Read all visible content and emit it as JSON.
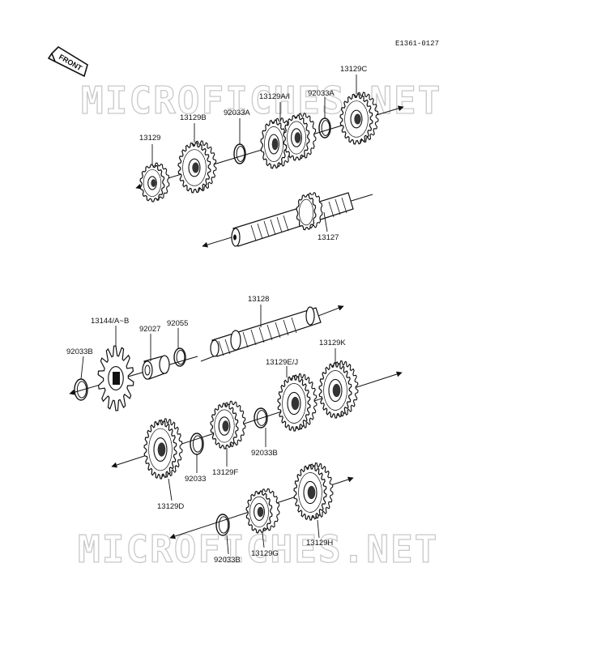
{
  "diagram_code": "E1361-0127",
  "front_badge": "FRONT",
  "watermark": "MICROFICHES.NET",
  "parts": [
    {
      "id": "p13129",
      "number": "13129"
    },
    {
      "id": "p13129B",
      "number": "13129B"
    },
    {
      "id": "p92033A_1",
      "number": "92033A"
    },
    {
      "id": "p13129AI",
      "number": "13129A/I"
    },
    {
      "id": "p92033A_2",
      "number": "92033A"
    },
    {
      "id": "p13129C",
      "number": "13129C"
    },
    {
      "id": "p13127",
      "number": "13127"
    },
    {
      "id": "p13128",
      "number": "13128"
    },
    {
      "id": "p13144",
      "number": "13144/A~B"
    },
    {
      "id": "p92027",
      "number": "92027"
    },
    {
      "id": "p92055",
      "number": "92055"
    },
    {
      "id": "p92033B_1",
      "number": "92033B"
    },
    {
      "id": "p13129K",
      "number": "13129K"
    },
    {
      "id": "p13129EJ",
      "number": "13129E/J"
    },
    {
      "id": "p92033B_2",
      "number": "92033B"
    },
    {
      "id": "p13129F",
      "number": "13129F"
    },
    {
      "id": "p92033",
      "number": "92033"
    },
    {
      "id": "p13129D",
      "number": "13129D"
    },
    {
      "id": "p13129G",
      "number": "13129G"
    },
    {
      "id": "p13129H",
      "number": "13129H"
    },
    {
      "id": "p92033B_3",
      "number": "92033B"
    }
  ]
}
